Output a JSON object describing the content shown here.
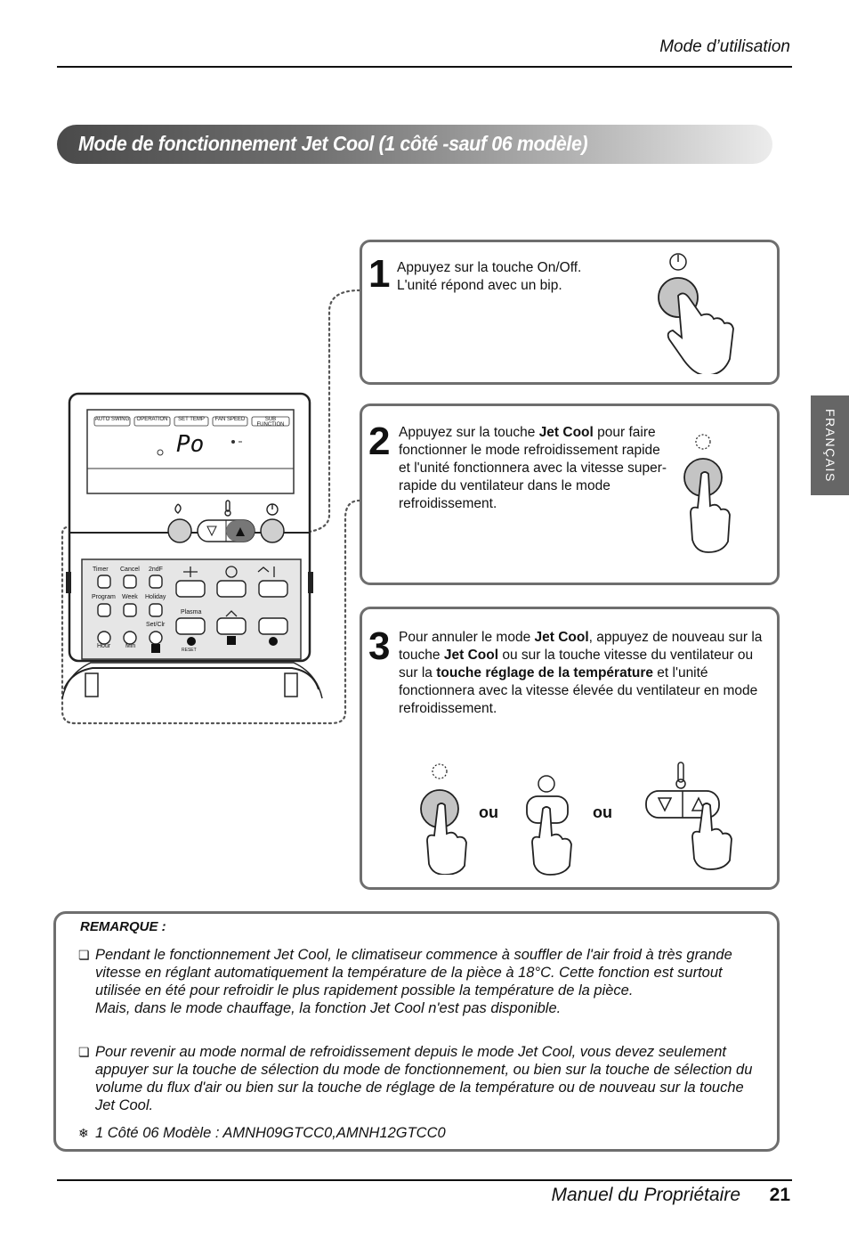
{
  "header": {
    "section": "Mode d’utilisation"
  },
  "title": "Mode de fonctionnement Jet Cool (1 côté -sauf 06 modèle)",
  "language_tab": "FRANÇAIS",
  "steps": [
    {
      "number": "1",
      "line1": "Appuyez sur la touche On/Off.",
      "line2": "L'unité répond avec un bip."
    },
    {
      "number": "2",
      "pre": "Appuyez sur la touche ",
      "bold": "Jet Cool",
      "post": " pour faire fonctionner le mode refroidissement rapide et l'unité fonctionnera avec la vitesse super-rapide du ventilateur dans le mode refroidissement."
    },
    {
      "number": "3",
      "pre": "Pour annuler le mode ",
      "bold1": "Jet Cool",
      "mid1": ", appuyez de nouveau sur la touche ",
      "bold2": "Jet Cool",
      "mid2": " ou sur la touche vitesse du ventilateur ou sur la ",
      "bold3": "touche réglage de la température",
      "post": " et l'unité fonctionnera avec la vitesse élevée du ventilateur en mode refroidissement.",
      "or1": "ou",
      "or2": "ou"
    }
  ],
  "remote": {
    "display_labels": [
      "AUTO SWING",
      "OPERATION",
      "SET TEMP",
      "FAN SPEED",
      "SUB FUNCTION"
    ],
    "display_value": "Po",
    "buttons_left": [
      "Timer",
      "Cancel",
      "2ndF",
      "Program",
      "Week",
      "Holiday",
      "Set/Clr",
      "Hour",
      "Min"
    ],
    "plasma_label": "Plasma",
    "reset_label": "RESET"
  },
  "note": {
    "title": "REMARQUE :",
    "item1_a": "Pendant le fonctionnement Jet Cool, le climatiseur commence à souffler de l'air froid à très grande vitesse en réglant automatiquement la température de la pièce à 18°C. Cette fonction est surtout utilisée en été pour refroidir le plus rapidement possible la température de la pièce.",
    "item1_b": "Mais, dans le mode chauffage, la fonction Jet Cool n'est pas disponible.",
    "item2": "Pour revenir au mode normal de refroidissement depuis le mode Jet Cool, vous devez seulement appuyer sur la touche de sélection du mode de fonctionnement, ou bien sur la touche de sélection du volume du flux d'air ou bien sur la touche de réglage de la température ou de nouveau sur la touche Jet Cool.",
    "footnote": "1 Côté 06 Modèle : AMNH09GTCC0,AMNH12GTCC0"
  },
  "footer": {
    "manual": "Manuel du Propriétaire",
    "page": "21"
  }
}
